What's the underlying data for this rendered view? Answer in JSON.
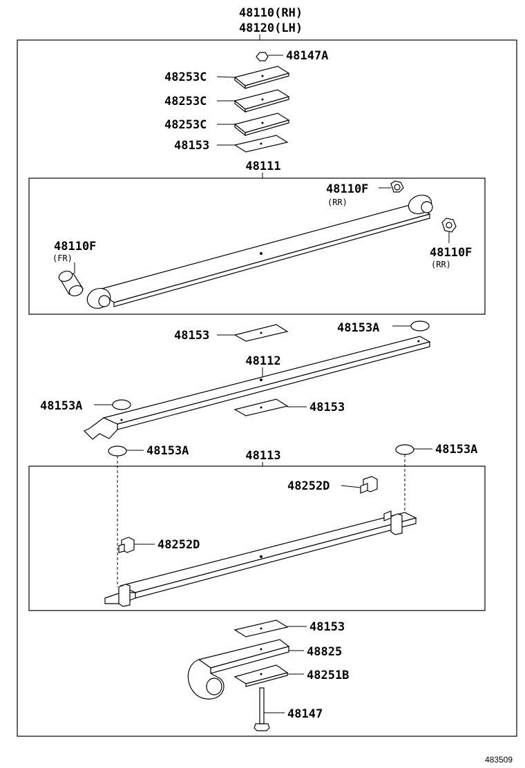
{
  "header": {
    "rh_label": "48110(RH)",
    "lh_label": "48120(LH)"
  },
  "labels": {
    "nut": "48147A",
    "spacer1": "48253C",
    "spacer2": "48253C",
    "spacer3": "48253C",
    "insert_top": "48153",
    "leaf1": "48111",
    "bush_rr_top": "48110F",
    "bush_rr_top_note": "(RR)",
    "bush_fr": "48110F",
    "bush_fr_note": "(FR)",
    "bush_rr_right": "48110F",
    "bush_rr_right_note": "(RR)",
    "insert_mid_top": "48153",
    "cap_mid_right": "48153A",
    "leaf2": "48112",
    "cap_mid_left": "48153A",
    "insert_mid_bottom": "48153",
    "cap_low_left": "48153A",
    "leaf3": "48113",
    "cap_low_right": "48153A",
    "clip_upper": "48252D",
    "clip_lower": "48252D",
    "insert_bottom": "48153",
    "bracket": "48825",
    "plate": "48251B",
    "bolt": "48147"
  },
  "diagram_code": "483509"
}
